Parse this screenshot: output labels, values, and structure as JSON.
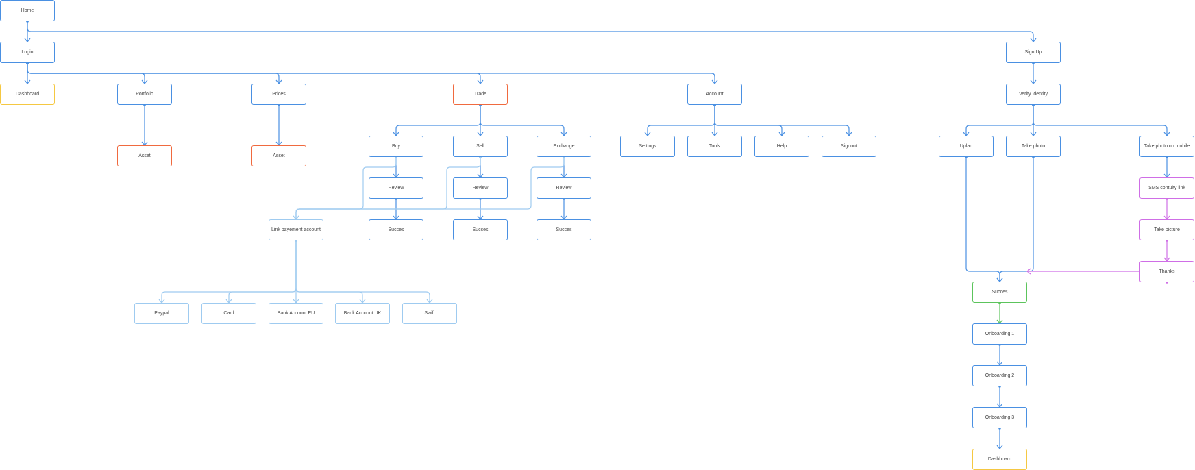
{
  "colors": {
    "blue": "#4a90e2",
    "light_blue": "#9fcbf0",
    "orange": "#f06a3f",
    "yellow": "#f5c842",
    "purple": "#cf6ee6",
    "green": "#5cc45c"
  },
  "nodes": [
    {
      "id": "home",
      "label": "Home",
      "color": "blue"
    },
    {
      "id": "login",
      "label": "Login",
      "color": "blue"
    },
    {
      "id": "signup",
      "label": "Sign Up",
      "color": "blue"
    },
    {
      "id": "dashboard",
      "label": "Dashboard",
      "color": "yellow"
    },
    {
      "id": "portfolio",
      "label": "Portfolio",
      "color": "blue"
    },
    {
      "id": "prices",
      "label": "Prices",
      "color": "blue"
    },
    {
      "id": "trade",
      "label": "Trade",
      "color": "orange"
    },
    {
      "id": "account",
      "label": "Account",
      "color": "blue"
    },
    {
      "id": "verify",
      "label": "Verify Identity",
      "color": "blue"
    },
    {
      "id": "asset1",
      "label": "Asset",
      "color": "orange"
    },
    {
      "id": "asset2",
      "label": "Asset",
      "color": "orange"
    },
    {
      "id": "buy",
      "label": "Buy",
      "color": "blue"
    },
    {
      "id": "sell",
      "label": "Sell",
      "color": "blue"
    },
    {
      "id": "exchange",
      "label": "Exchange",
      "color": "blue"
    },
    {
      "id": "settings",
      "label": "Settings",
      "color": "blue"
    },
    {
      "id": "tools",
      "label": "Tools",
      "color": "blue"
    },
    {
      "id": "help",
      "label": "Help",
      "color": "blue"
    },
    {
      "id": "signout",
      "label": "Signout",
      "color": "blue"
    },
    {
      "id": "upload",
      "label": "Uplad",
      "color": "blue"
    },
    {
      "id": "takephoto",
      "label": "Take photo",
      "color": "blue"
    },
    {
      "id": "takemobile",
      "label": "Take photo on mobile",
      "color": "blue"
    },
    {
      "id": "review1",
      "label": "Review",
      "color": "blue"
    },
    {
      "id": "review2",
      "label": "Review",
      "color": "blue"
    },
    {
      "id": "review3",
      "label": "Review",
      "color": "blue"
    },
    {
      "id": "sms",
      "label": "SMS contuity link",
      "color": "purple"
    },
    {
      "id": "linkpay",
      "label": "Link payement account",
      "color": "light_blue"
    },
    {
      "id": "succes1",
      "label": "Succes",
      "color": "blue"
    },
    {
      "id": "succes2",
      "label": "Succes",
      "color": "blue"
    },
    {
      "id": "succes3",
      "label": "Succes",
      "color": "blue"
    },
    {
      "id": "takepicture",
      "label": "Take picture",
      "color": "purple"
    },
    {
      "id": "thanks",
      "label": "Thanks",
      "color": "purple"
    },
    {
      "id": "succes4",
      "label": "Succes",
      "color": "green"
    },
    {
      "id": "paypal",
      "label": "Paypal",
      "color": "light_blue"
    },
    {
      "id": "card",
      "label": "Card",
      "color": "light_blue"
    },
    {
      "id": "bankeu",
      "label": "Bank Account EU",
      "color": "light_blue"
    },
    {
      "id": "bankuk",
      "label": "Bank Account UK",
      "color": "light_blue"
    },
    {
      "id": "swift",
      "label": "Swift",
      "color": "light_blue"
    },
    {
      "id": "onb1",
      "label": "Onboarding 1",
      "color": "blue"
    },
    {
      "id": "onb2",
      "label": "Onboarding 2",
      "color": "blue"
    },
    {
      "id": "onb3",
      "label": "Onboarding 3",
      "color": "blue"
    },
    {
      "id": "dashboard2",
      "label": "Dashboard",
      "color": "yellow"
    }
  ],
  "edges": [
    {
      "from": "home",
      "to": "login"
    },
    {
      "from": "home",
      "to": "signup"
    },
    {
      "from": "login",
      "to": "dashboard"
    },
    {
      "from": "login",
      "to": "portfolio"
    },
    {
      "from": "login",
      "to": "prices"
    },
    {
      "from": "login",
      "to": "trade"
    },
    {
      "from": "login",
      "to": "account"
    },
    {
      "from": "portfolio",
      "to": "asset1"
    },
    {
      "from": "prices",
      "to": "asset2"
    },
    {
      "from": "trade",
      "to": "buy"
    },
    {
      "from": "trade",
      "to": "sell"
    },
    {
      "from": "trade",
      "to": "exchange"
    },
    {
      "from": "account",
      "to": "settings"
    },
    {
      "from": "account",
      "to": "tools"
    },
    {
      "from": "account",
      "to": "help"
    },
    {
      "from": "account",
      "to": "signout"
    },
    {
      "from": "buy",
      "to": "review1"
    },
    {
      "from": "sell",
      "to": "review2"
    },
    {
      "from": "exchange",
      "to": "review3"
    },
    {
      "from": "review1",
      "to": "succes1"
    },
    {
      "from": "review2",
      "to": "succes2"
    },
    {
      "from": "review3",
      "to": "succes3"
    },
    {
      "from": "buy",
      "to": "linkpay"
    },
    {
      "from": "sell",
      "to": "linkpay"
    },
    {
      "from": "exchange",
      "to": "linkpay"
    },
    {
      "from": "linkpay",
      "to": "paypal"
    },
    {
      "from": "linkpay",
      "to": "card"
    },
    {
      "from": "linkpay",
      "to": "bankeu"
    },
    {
      "from": "linkpay",
      "to": "bankuk"
    },
    {
      "from": "linkpay",
      "to": "swift"
    },
    {
      "from": "signup",
      "to": "verify"
    },
    {
      "from": "verify",
      "to": "upload"
    },
    {
      "from": "verify",
      "to": "takephoto"
    },
    {
      "from": "verify",
      "to": "takemobile"
    },
    {
      "from": "takemobile",
      "to": "sms"
    },
    {
      "from": "sms",
      "to": "takepicture"
    },
    {
      "from": "takepicture",
      "to": "thanks"
    },
    {
      "from": "upload",
      "to": "succes4"
    },
    {
      "from": "takephoto",
      "to": "succes4"
    },
    {
      "from": "thanks",
      "to": "succes4"
    },
    {
      "from": "succes4",
      "to": "onb1"
    },
    {
      "from": "onb1",
      "to": "onb2"
    },
    {
      "from": "onb2",
      "to": "onb3"
    },
    {
      "from": "onb3",
      "to": "dashboard2"
    }
  ]
}
